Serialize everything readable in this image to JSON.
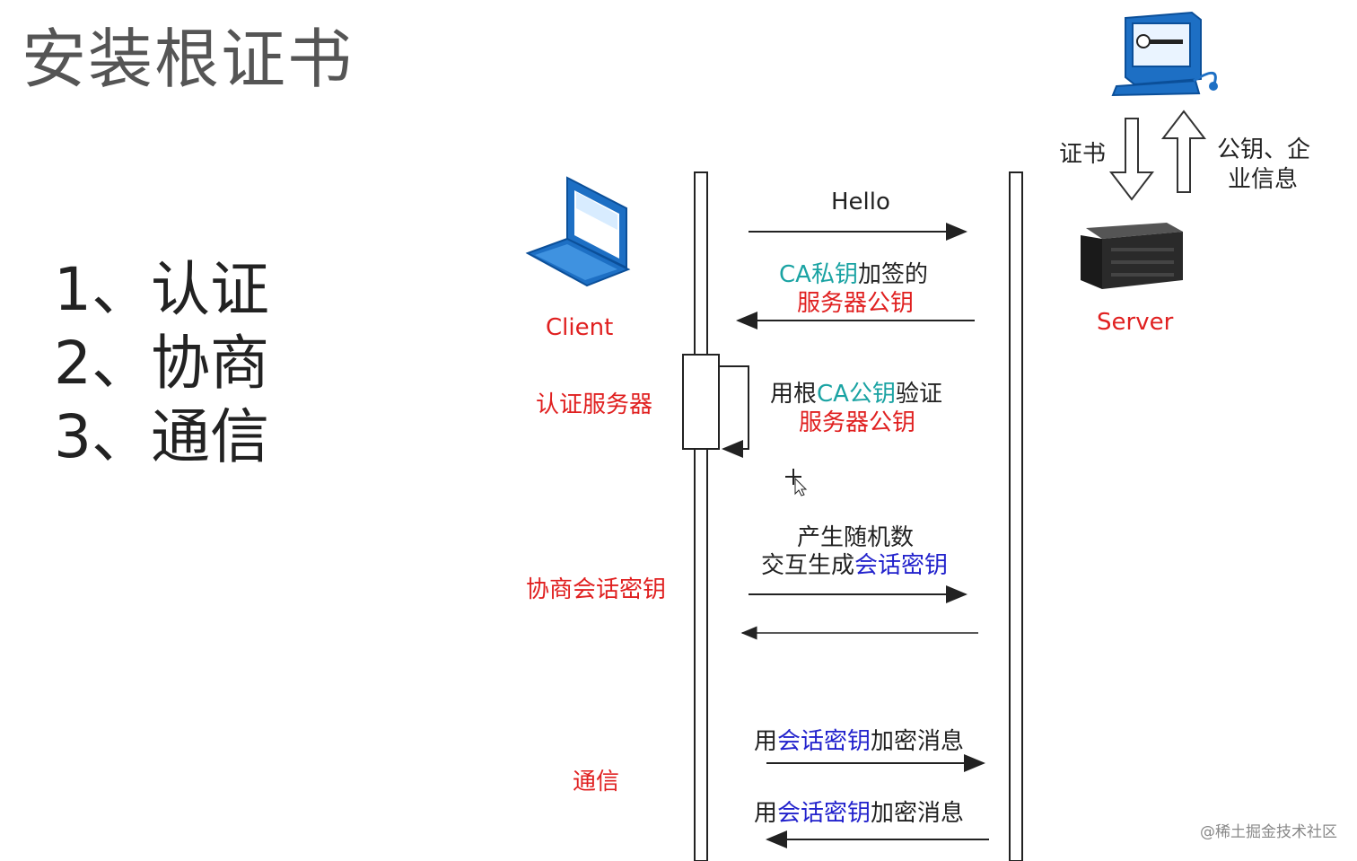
{
  "title": "安装根证书",
  "steps": [
    "1、认证",
    "2、协商",
    "3、通信"
  ],
  "actors": {
    "client": "Client",
    "server": "Server"
  },
  "phases": {
    "auth": "认证服务器",
    "negotiate": "协商会话密钥",
    "communicate": "通信"
  },
  "server_side": {
    "cert_label": "证书",
    "pubkey_label_1": "公钥、企",
    "pubkey_label_2": "业信息"
  },
  "messages": {
    "hello": "Hello",
    "ca_sign_a": "CA私钥",
    "ca_sign_b": "加签的",
    "ca_sign_c": "服务器公钥",
    "verify_a": "用根",
    "verify_b": "CA公钥",
    "verify_c": "验证",
    "verify_d": "服务器公钥",
    "random_1": "产生随机数",
    "random_2a": "交互生成",
    "random_2b": "会话密钥",
    "enc1_a": "用",
    "enc1_b": "会话密钥",
    "enc1_c": "加密消息",
    "enc2_a": "用",
    "enc2_b": "会话密钥",
    "enc2_c": "加密消息"
  },
  "watermark": "@稀土掘金技术社区",
  "colors": {
    "red": "#e02020",
    "teal": "#1aa3a3",
    "blue": "#2222cc",
    "line": "#222222"
  },
  "icons": [
    "laptop-icon",
    "server-icon",
    "ca-computer-icon",
    "mouse-cursor-icon"
  ]
}
